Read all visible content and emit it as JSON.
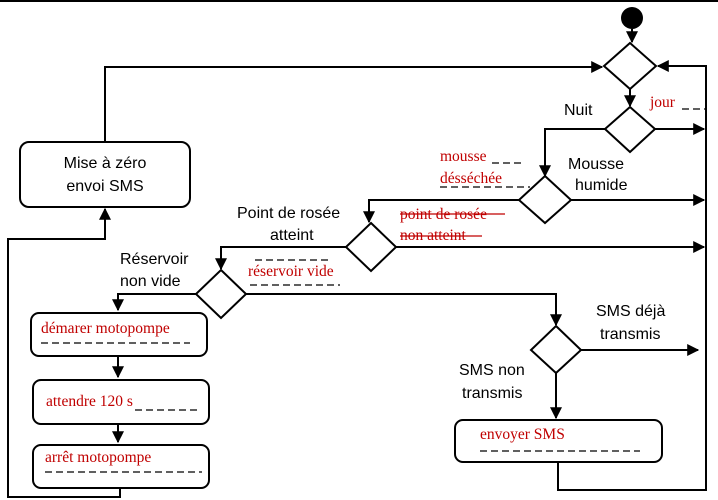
{
  "nodes": {
    "reset_box": {
      "line1": "Mise à zéro",
      "line2": "envoi SMS"
    },
    "start_pump": "démarer motopompe",
    "wait": "attendre 120 s",
    "stop_pump": "arrêt motopompe",
    "send_sms": "envoyer SMS"
  },
  "labels": {
    "night": "Nuit",
    "day": "jour",
    "moss_dry_1": "mousse",
    "moss_dry_2": "désséchée",
    "moss_wet_1": "Mousse",
    "moss_wet_2": "humide",
    "dew_reached_1": "Point de rosée",
    "dew_reached_2": "atteint",
    "dew_not_1": "point de rosée",
    "dew_not_2": "non atteint",
    "tank_not_empty_1": "Réservoir",
    "tank_not_empty_2": "non vide",
    "tank_empty": "réservoir vide",
    "sms_sent_1": "SMS déjà",
    "sms_sent_2": "transmis",
    "sms_not_1": "SMS non",
    "sms_not_2": "transmis"
  }
}
